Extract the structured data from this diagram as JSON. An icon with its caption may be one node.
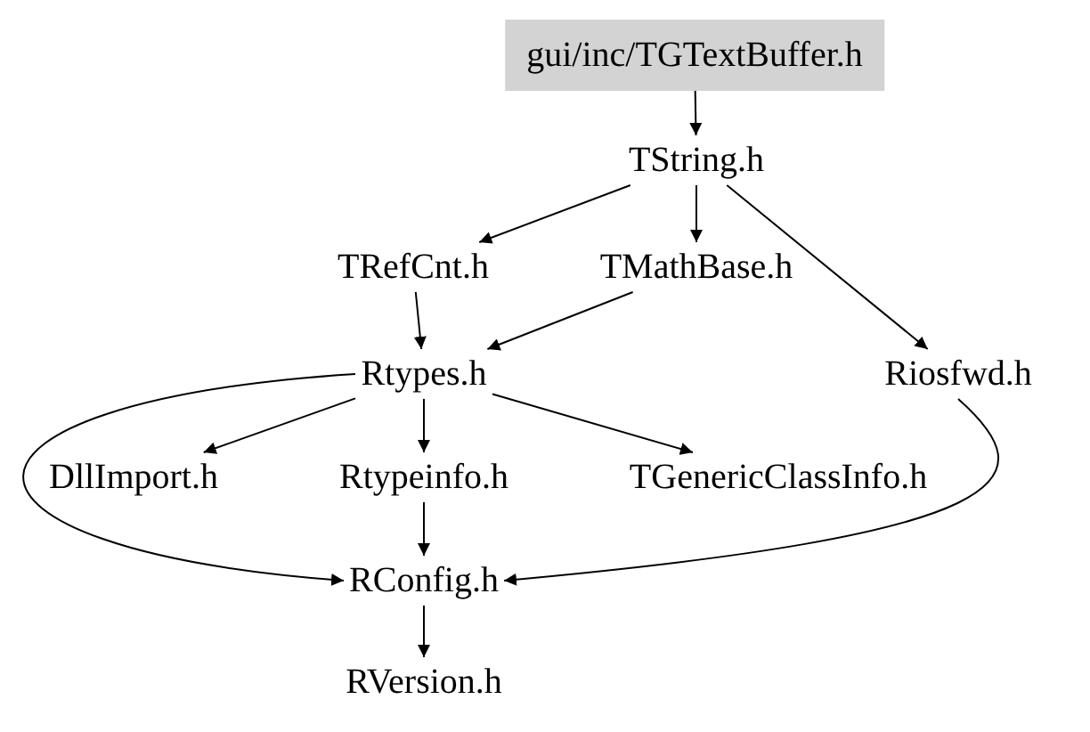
{
  "diagram": {
    "nodes": [
      {
        "text": [
          "gui/inc/TGTextBuffer.h"
        ]
      },
      {
        "text": [
          "TString.h"
        ]
      },
      {
        "text": [
          "TRefCnt.h"
        ]
      },
      {
        "text": [
          "TMathBase.h"
        ]
      },
      {
        "text": [
          "Riosfwd.h"
        ]
      },
      {
        "text": [
          "Rtypes.h"
        ]
      },
      {
        "text": [
          "DllImport.h"
        ]
      },
      {
        "text": [
          "Rtypeinfo.h"
        ]
      },
      {
        "text": [
          "TGenericClassInfo.h"
        ]
      },
      {
        "text": [
          "RConfig.h"
        ]
      },
      {
        "text": [
          "RVersion.h"
        ]
      }
    ],
    "edges": [
      {
        "from": 0,
        "to": 1,
        "arrow": "to"
      },
      {
        "from": 1,
        "to": 2,
        "arrow": "to"
      },
      {
        "from": 1,
        "to": 3,
        "arrow": "to"
      },
      {
        "from": 1,
        "to": 4,
        "arrow": "to"
      },
      {
        "from": 2,
        "to": 5,
        "arrow": "to"
      },
      {
        "from": 3,
        "to": 5,
        "arrow": "to"
      },
      {
        "from": 5,
        "to": 6,
        "arrow": "to"
      },
      {
        "from": 5,
        "to": 7,
        "arrow": "to"
      },
      {
        "from": 5,
        "to": 8,
        "arrow": "to"
      },
      {
        "from": 5,
        "to": 9,
        "arrow": "to"
      },
      {
        "from": 7,
        "to": 9,
        "arrow": "to"
      },
      {
        "from": 4,
        "to": 9,
        "arrow": "to"
      },
      {
        "from": 9,
        "to": 10,
        "arrow": "to"
      }
    ]
  }
}
